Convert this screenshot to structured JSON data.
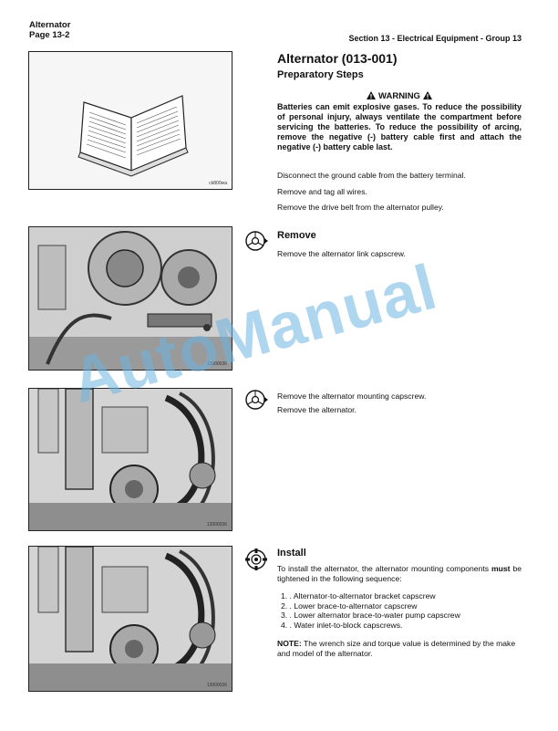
{
  "header": {
    "left_line1": "Alternator",
    "left_line2": "Page 13-2",
    "right": "Section 13 - Electrical Equipment - Group 13"
  },
  "preparatory": {
    "title": "Alternator (013-001)",
    "subtitle": "Preparatory Steps",
    "warning_label": "WARNING",
    "warning_text": "Batteries can emit explosive gases. To reduce the possibility of personal injury, always ventilate the compartment before servicing the batteries. To reduce the possibility of arcing, remove the negative (-) battery cable first and attach the negative (-) battery cable last.",
    "steps": [
      "Disconnect the ground cable from the battery terminal.",
      "Remove and tag all wires.",
      "Remove the drive belt from the alternator pulley."
    ],
    "figure_id": "ck800wa"
  },
  "remove": {
    "heading": "Remove",
    "step1": "Remove the alternator link capscrew.",
    "figure1_id": "13900036",
    "step2": "Remove the alternator mounting capscrew.",
    "step3": "Remove the alternator.",
    "figure2_id": "13900036"
  },
  "install": {
    "heading": "Install",
    "intro_a": "To install the alternator, the alternator mounting components ",
    "intro_bold": "must",
    "intro_b": " be tightened in the following sequence:",
    "items": [
      "1. .  Alternator-to-alternator bracket capscrew",
      "2. .  Lower brace-to-alternator capscrew",
      "3. .  Lower alternator brace-to-water pump capscrew",
      "4. .  Water inlet-to-block capscrews."
    ],
    "note_label": "NOTE:",
    "note_text": " The wrench size and torque value is determined by the make and model of the alternator.",
    "figure_id": "13900036"
  },
  "watermark": "AutoManual"
}
